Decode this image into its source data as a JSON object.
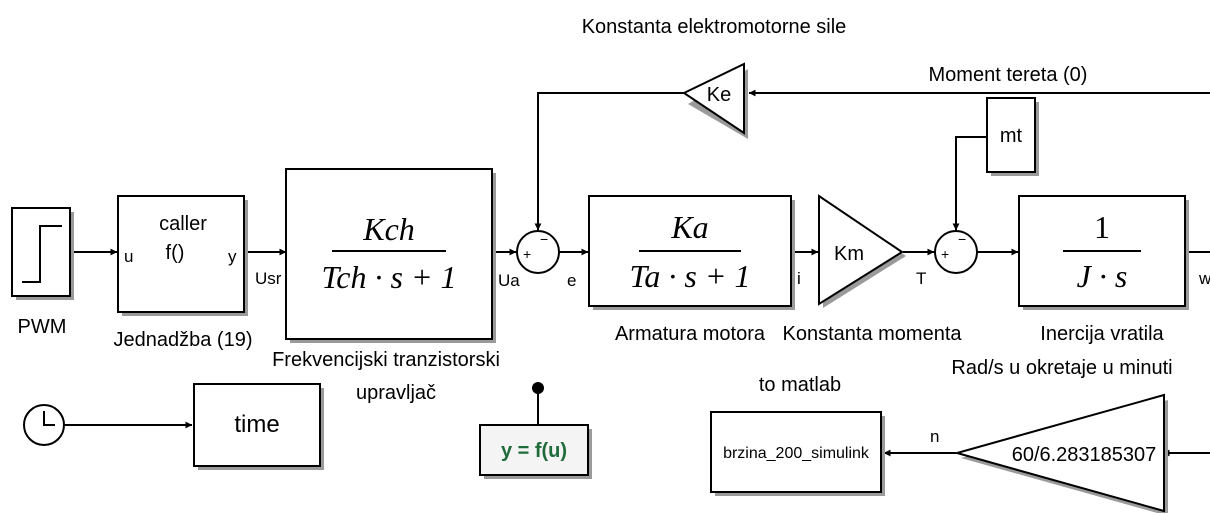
{
  "blocks": {
    "pwm": {
      "label": "PWM"
    },
    "caller": {
      "title": "caller",
      "func": "f()",
      "in_port": "u",
      "out_port": "y",
      "label": "Jednadžba (19)"
    },
    "ftu": {
      "num": "Kch",
      "den": "Tch · s + 1",
      "label_line1": "Frekvencijski tranzistorski",
      "label_line2": "upravljač"
    },
    "ke_gain": {
      "value": "Ke",
      "label": "Konstanta elektromotorne sile"
    },
    "armatura": {
      "num": "Ka",
      "den": "Ta · s + 1",
      "label": "Armatura motora"
    },
    "km_gain": {
      "value": "Km",
      "label": "Konstanta momenta"
    },
    "mt_const": {
      "value": "mt",
      "label": "Moment tereta (0)"
    },
    "inercija": {
      "num": "1",
      "den": "J · s",
      "label": "Inercija vratila"
    },
    "rpm_gain": {
      "value": "60/6.283185307",
      "label": "Rad/s u okretaje u minuti"
    },
    "to_workspace_time": {
      "value": "time"
    },
    "to_workspace_brzina": {
      "value": "brzina_200_simulink",
      "label": "to matlab"
    },
    "fcn_block": {
      "value": "y = f(u)"
    }
  },
  "sums": {
    "sum1": {
      "plus": "+",
      "minus": "−"
    },
    "sum2": {
      "plus": "+",
      "minus": "−"
    }
  },
  "signals": {
    "usr": "Usr",
    "ua": "Ua",
    "e": "e",
    "i": "i",
    "t": "T",
    "w": "w",
    "n": "n"
  },
  "colors": {
    "block_stroke": "#000000",
    "shadow": "#9a9a9a",
    "fcn_text": "#1f6b3a"
  }
}
